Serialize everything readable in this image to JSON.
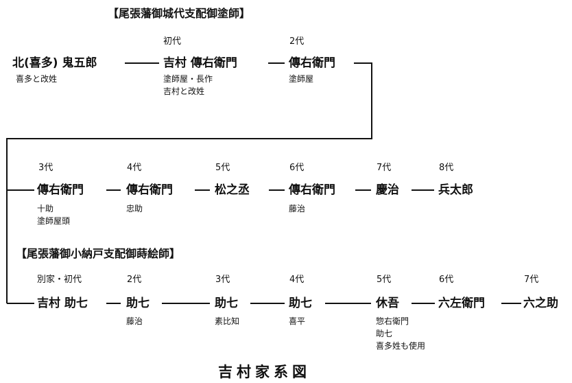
{
  "sections": {
    "a": "【尾張藩御城代支配御塗師】",
    "b": "【尾張藩御小納戸支配御蒔絵師】"
  },
  "row1": [
    {
      "gen": "",
      "name": "北(喜多) 鬼五郎",
      "notes": [
        "喜多と改姓"
      ]
    },
    {
      "gen": "初代",
      "name": "吉村 傳右衛門",
      "notes": [
        "塗師屋・長作",
        "吉村と改姓"
      ]
    },
    {
      "gen": "2代",
      "name": "傳右衛門",
      "notes": [
        "塗師屋"
      ]
    }
  ],
  "row2": [
    {
      "gen": "3代",
      "name": "傳右衛門",
      "notes": [
        "十助",
        "塗師屋頭"
      ]
    },
    {
      "gen": "4代",
      "name": "傳右衛門",
      "notes": [
        "忠助"
      ]
    },
    {
      "gen": "5代",
      "name": "松之丞",
      "notes": []
    },
    {
      "gen": "6代",
      "name": "傳右衛門",
      "notes": [
        "藤治"
      ]
    },
    {
      "gen": "7代",
      "name": "慶治",
      "notes": []
    },
    {
      "gen": "8代",
      "name": "兵太郎",
      "notes": []
    }
  ],
  "row3": [
    {
      "gen": "別家・初代",
      "name": "吉村 助七",
      "notes": []
    },
    {
      "gen": "2代",
      "name": "助七",
      "notes": [
        "藤治"
      ]
    },
    {
      "gen": "3代",
      "name": "助七",
      "notes": [
        "素比知"
      ]
    },
    {
      "gen": "4代",
      "name": "助七",
      "notes": [
        "喜平"
      ]
    },
    {
      "gen": "5代",
      "name": "休吾",
      "notes": [
        "惣右衛門",
        "助七",
        "喜多姓も使用"
      ]
    },
    {
      "gen": "6代",
      "name": "六左衛門",
      "notes": []
    },
    {
      "gen": "7代",
      "name": "六之助",
      "notes": []
    }
  ],
  "title": "吉村家系図"
}
